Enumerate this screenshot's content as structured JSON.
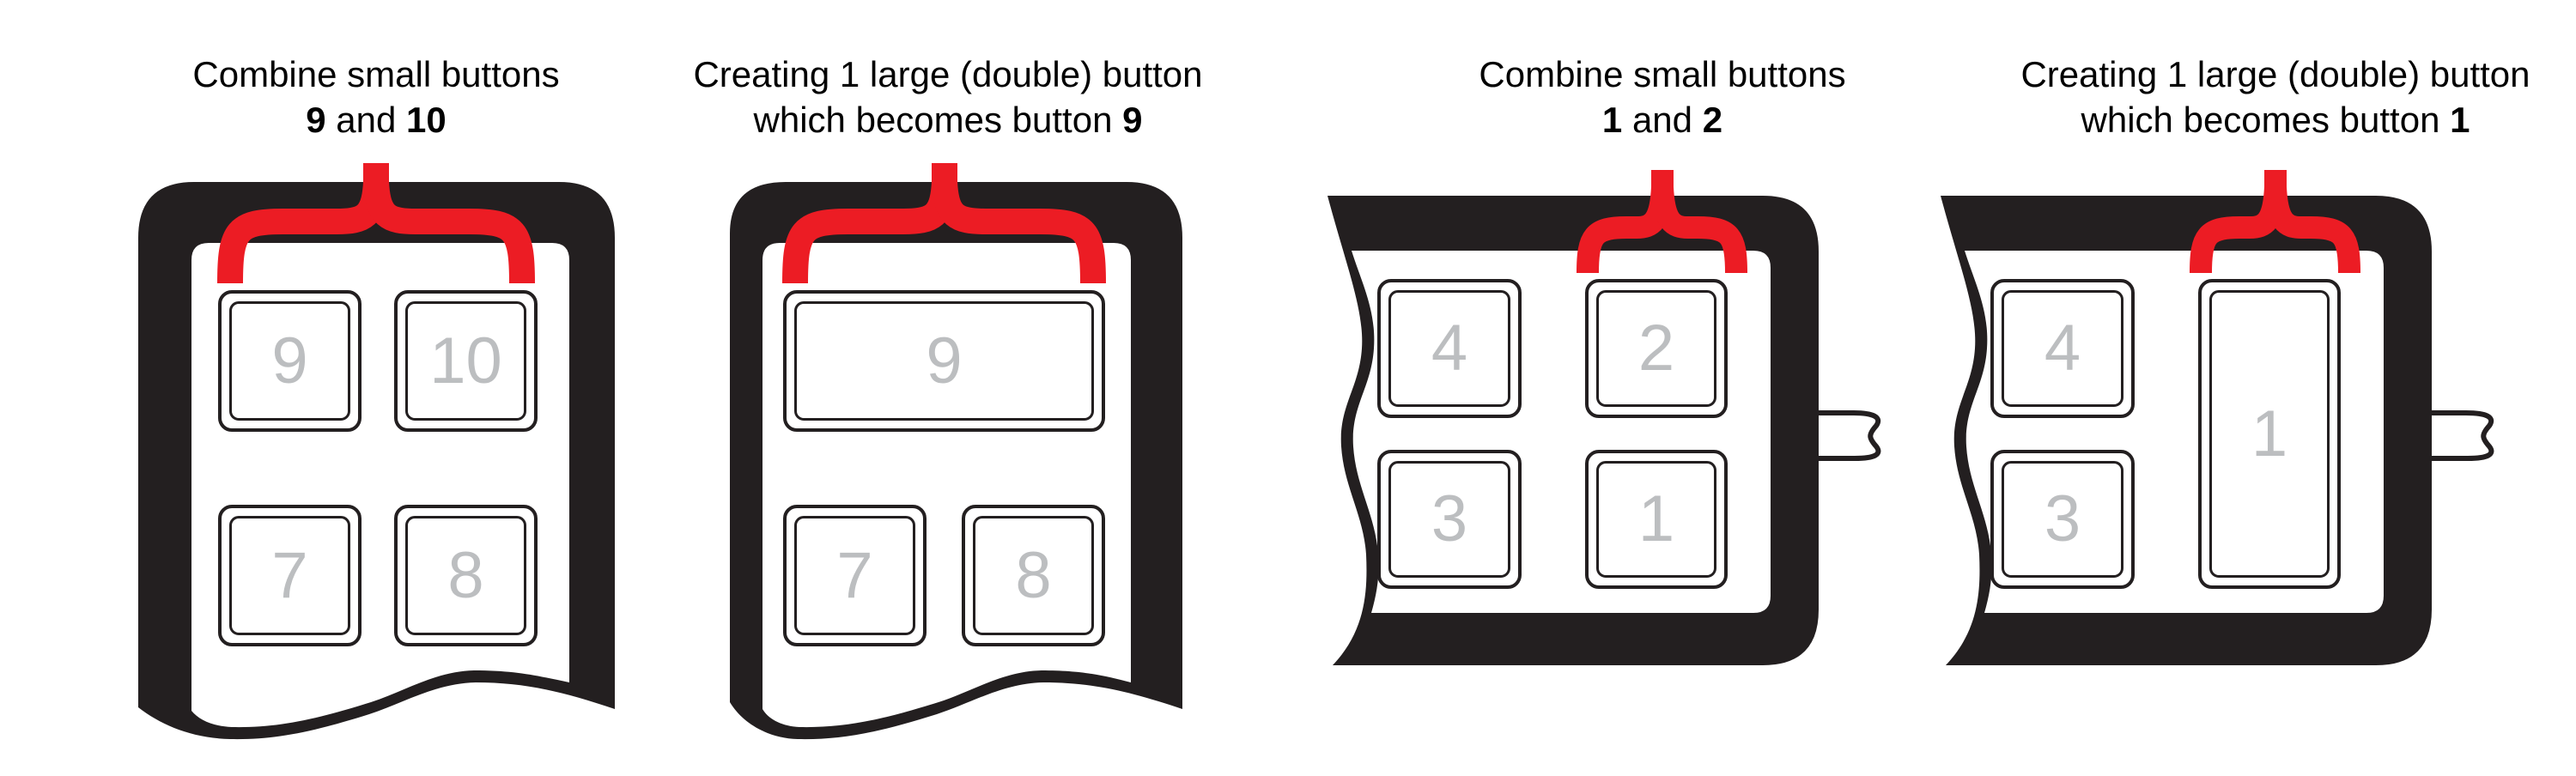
{
  "diagram": {
    "colors": {
      "accent_red": "#EC1C24",
      "ink_black": "#231F20",
      "number_gray": "#BCBEC0"
    },
    "panels": [
      {
        "id": "combine-9-10",
        "title_line1": "Combine small buttons",
        "title_line2": {
          "num1": "9",
          "mid": " and ",
          "num2": "10"
        },
        "buttons": [
          {
            "label": "9"
          },
          {
            "label": "10"
          },
          {
            "label": "7"
          },
          {
            "label": "8"
          }
        ]
      },
      {
        "id": "result-button-9",
        "title_line1": "Creating 1 large (double) button",
        "title_line2": {
          "prefix": "which becomes button ",
          "num": "9"
        },
        "buttons": [
          {
            "label": "9"
          },
          {
            "label": "7"
          },
          {
            "label": "8"
          }
        ]
      },
      {
        "id": "combine-1-2",
        "title_line1": "Combine small buttons",
        "title_line2": {
          "num1": "1",
          "mid": " and ",
          "num2": "2"
        },
        "buttons": [
          {
            "label": "4"
          },
          {
            "label": "2"
          },
          {
            "label": "3"
          },
          {
            "label": "1"
          }
        ]
      },
      {
        "id": "result-button-1",
        "title_line1": "Creating 1 large (double) button",
        "title_line2": {
          "prefix": "which becomes button ",
          "num": "1"
        },
        "buttons": [
          {
            "label": "4"
          },
          {
            "label": "1"
          },
          {
            "label": "3"
          }
        ]
      }
    ]
  }
}
